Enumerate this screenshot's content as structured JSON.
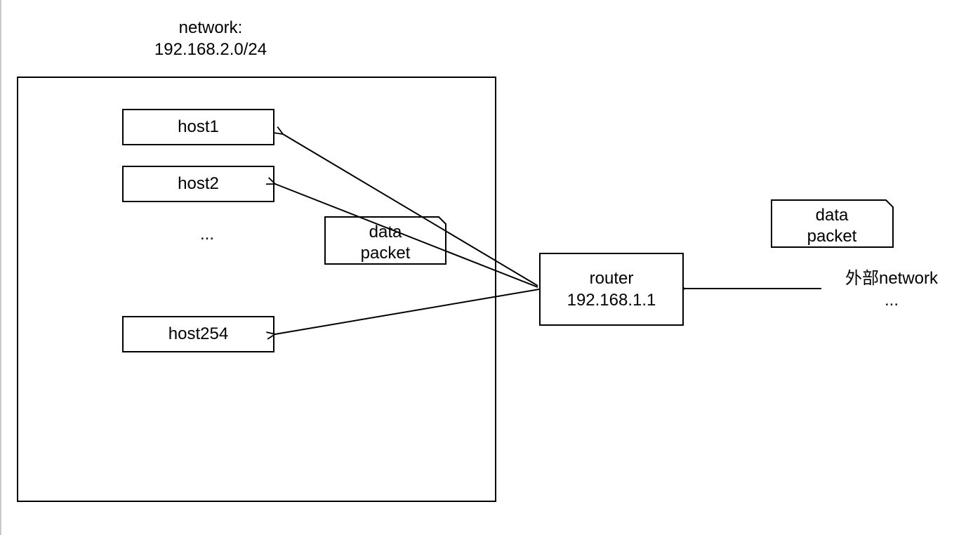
{
  "network": {
    "title_line1": "network:",
    "title_line2": "192.168.2.0/24"
  },
  "hosts": {
    "host1": "host1",
    "host2": "host2",
    "ellipsis": "...",
    "host254": "host254"
  },
  "router": {
    "line1": "router",
    "line2": "192.168.1.1"
  },
  "packet_internal": {
    "line1": "data",
    "line2": "packet"
  },
  "packet_external": {
    "line1": "data",
    "line2": "packet"
  },
  "external": {
    "line1": "外部network",
    "line2": "..."
  },
  "colors": {
    "stroke": "#000000",
    "background": "#ffffff"
  }
}
